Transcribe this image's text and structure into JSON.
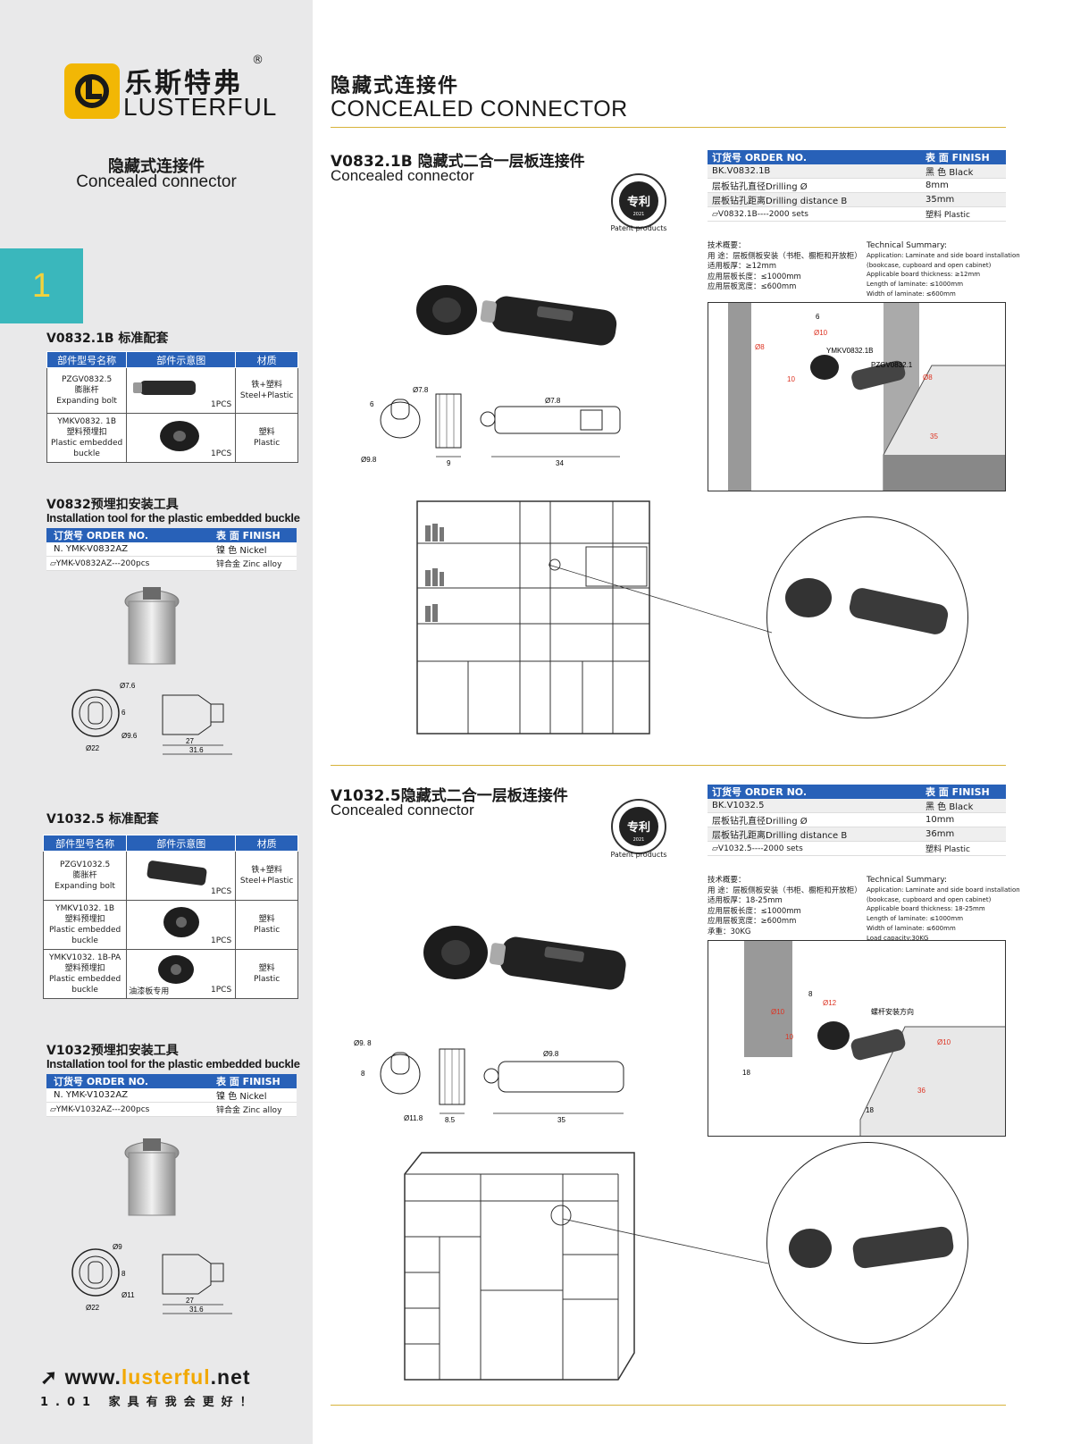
{
  "brand": {
    "name_cn": "乐斯特弗",
    "name_en": "LUSTERFUL",
    "reg": "®",
    "url_prefix": "www.",
    "url_highlight": "lusterful",
    "url_suffix": ".net",
    "slogan": "1.01 家具有我会更好！"
  },
  "sidebar": {
    "title_cn": "隐藏式连接件",
    "title_en": "Concealed connector",
    "tab_number": "1",
    "kit1": {
      "title": "V0832.1B 标准配套",
      "headers": [
        "部件型号名称",
        "部件示意图",
        "材质"
      ],
      "rows": [
        {
          "code": "PZGV0832.5",
          "cn": "膨胀杆",
          "en": "Expanding bolt",
          "pcs": "1PCS",
          "mat_cn": "铁+塑料",
          "mat_en": "Steel+Plastic"
        },
        {
          "code": "YMKV0832. 1B",
          "cn": "塑料预埋扣",
          "en": "Plastic embedded buckle",
          "pcs": "1PCS",
          "mat_cn": "塑料",
          "mat_en": "Plastic"
        }
      ]
    },
    "tool1": {
      "title_cn": "V0832预埋扣安装工具",
      "title_en": "Installation tool for the plastic embedded buckle",
      "order_header": "订货号 ORDER NO.",
      "finish_header": "表 面 FINISH",
      "rows": [
        {
          "order": "N. YMK-V0832AZ",
          "finish": "镍 色 Nickel"
        },
        {
          "order": "YMK-V0832AZ---200pcs",
          "finish": "锌合金 Zinc alloy"
        }
      ],
      "dims": [
        "Ø7.6",
        "6",
        "Ø9.6",
        "Ø22",
        "27",
        "31.6"
      ]
    },
    "kit2": {
      "title": "V1032.5 标准配套",
      "headers": [
        "部件型号名称",
        "部件示意图",
        "材质"
      ],
      "rows": [
        {
          "code": "PZGV1032.5",
          "cn": "膨胀杆",
          "en": "Expanding bolt",
          "pcs": "1PCS",
          "mat_cn": "铁+塑料",
          "mat_en": "Steel+Plastic",
          "note": ""
        },
        {
          "code": "YMKV1032. 1B",
          "cn": "塑料预埋扣",
          "en": "Plastic embedded buckle",
          "pcs": "1PCS",
          "mat_cn": "塑料",
          "mat_en": "Plastic",
          "note": ""
        },
        {
          "code": "YMKV1032. 1B-PA",
          "cn": "塑料预埋扣",
          "en": "Plastic embedded buckle",
          "pcs": "1PCS",
          "mat_cn": "塑料",
          "mat_en": "Plastic",
          "note": "油漆板专用"
        }
      ]
    },
    "tool2": {
      "title_cn": "V1032预埋扣安装工具",
      "title_en": "Installation tool for the plastic embedded buckle",
      "order_header": "订货号 ORDER NO.",
      "finish_header": "表 面 FINISH",
      "rows": [
        {
          "order": "N. YMK-V1032AZ",
          "finish": "镍 色 Nickel"
        },
        {
          "order": "YMK-V1032AZ---200pcs",
          "finish": "锌合金 Zinc alloy"
        }
      ],
      "dims": [
        "Ø9",
        "8",
        "Ø11",
        "Ø22",
        "27",
        "31.6"
      ]
    }
  },
  "main": {
    "title_cn": "隐藏式连接件",
    "title_en": "CONCEALED CONNECTOR",
    "patent_label": "Patent products",
    "patent_text": "专利",
    "patent_year": "2021",
    "product1": {
      "title_cn": "V0832.1B 隐藏式二合一层板连接件",
      "title_en": "Concealed connector",
      "order_header": "订货号 ORDER NO.",
      "finish_header": "表 面 FINISH",
      "rows": [
        {
          "k": "BK.V0832.1B",
          "v": "黑 色 Black"
        },
        {
          "k": "层板钻孔直径Drilling Ø",
          "v": "8mm"
        },
        {
          "k": "层板钻孔距离Drilling distance B",
          "v": "35mm"
        },
        {
          "k": "V0832.1B----2000 sets",
          "v": "塑料 Plastic"
        }
      ],
      "tech_cn": [
        "技术概要：",
        "用 途：层板侧板安装（书柜、橱柜和开放柜）",
        "适用板厚：≥12mm",
        "应用层板长度：≤1000mm",
        "应用层板宽度：≤600mm"
      ],
      "tech_en": [
        "Technical  Summary:",
        "Application: Laminate and side board installation",
        "(bookcase, cupboard and open cabinet)",
        "Applicable board thickness: ≥12mm",
        "Length of laminate: ≤1000mm",
        "Width of laminate: ≤600mm"
      ],
      "dims": [
        "Ø7.8",
        "6",
        "Ø9.8",
        "9",
        "Ø7.8",
        "34"
      ],
      "install_labels": [
        "6",
        "Ø10",
        "Ø8",
        "10",
        "YMKV0832.1B",
        "PZGV0832.1",
        "Ø8",
        "35"
      ]
    },
    "product2": {
      "title_cn": "V1032.5隐藏式二合一层板连接件",
      "title_en": "Concealed connector",
      "order_header": "订货号 ORDER NO.",
      "finish_header": "表 面 FINISH",
      "rows": [
        {
          "k": "BK.V1032.5",
          "v": "黑 色 Black"
        },
        {
          "k": "层板钻孔直径Drilling Ø",
          "v": "10mm"
        },
        {
          "k": "层板钻孔距离Drilling distance B",
          "v": "36mm"
        },
        {
          "k": "V1032.5----2000 sets",
          "v": "塑料 Plastic"
        }
      ],
      "tech_cn": [
        "技术概要：",
        "用 途：层板侧板安装（书柜、橱柜和开放柜）",
        "适用板厚：18-25mm",
        "应用层板长度：≤1000mm",
        "应用层板宽度：≥600mm",
        "承重：30KG"
      ],
      "tech_en": [
        "Technical  Summary:",
        "Application: Laminate and side board installation",
        "(bookcase, cupboard and open cabinet)",
        "Applicable board thickness: 18-25mm",
        "Length of laminate: ≤1000mm",
        "Width of laminate: ≤600mm",
        "Load capacity:30KG"
      ],
      "dims": [
        "Ø9. 8",
        "8",
        "Ø11.8",
        "8.5",
        "Ø9.8",
        "35"
      ],
      "install_labels": [
        "8",
        "Ø12",
        "Ø10",
        "10",
        "螺杆安装方向",
        "Ø10",
        "18",
        "36",
        "18"
      ]
    }
  }
}
